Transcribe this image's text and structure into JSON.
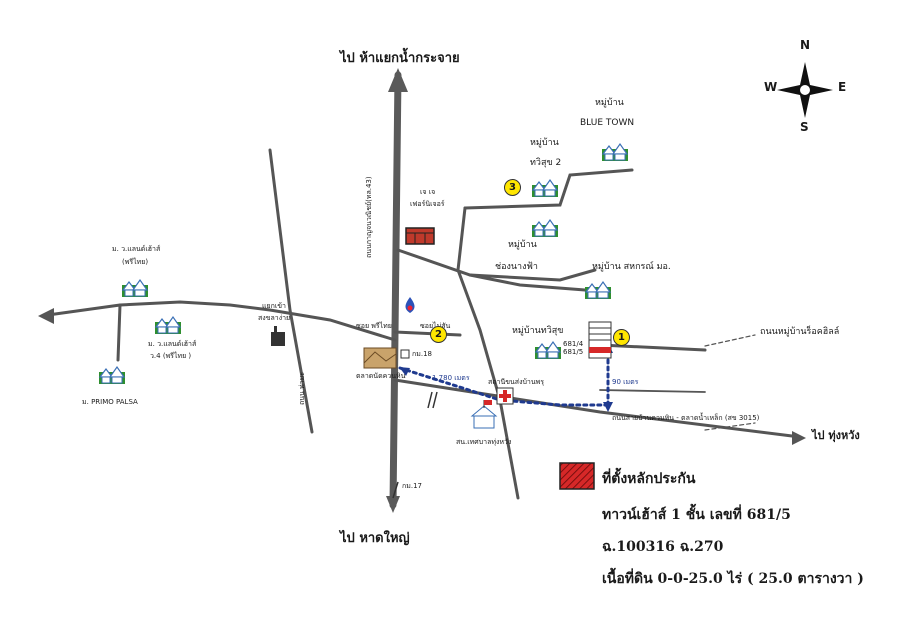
{
  "destinations": {
    "north": "ไป ห้าแยกน้ำกระจาย",
    "south": "ไป หาดใหญ่",
    "east": "ไป ทุ่งหวัง"
  },
  "compass": {
    "n": "N",
    "s": "S",
    "e": "E",
    "w": "W"
  },
  "villages": {
    "blue_town_line1": "หมู่บ้าน",
    "blue_town_line2": "BLUE TOWN",
    "thawisuk2_line1": "หมู่บ้าน",
    "thawisuk2_line2": "ทวิสุข 2",
    "chongnangfa_line1": "หมู่บ้าน",
    "chongnangfa_line2": "ช่องนางฟ้า",
    "sahakorn": "หมู่บ้าน สหกรณ์ มอ.",
    "thawisuk": "หมู่บ้านทวิสุข",
    "land_house_1": "ม. ว.แลนด์เฮ้าส์",
    "land_house_1_sub": "(พรีไทย)",
    "land_house_2": "ม. ว.แลนด์เฮ้าส์",
    "land_house_2_sub": "ว.4 (พรีไทย )",
    "primo_palsa": "ม. PRIMO PALSA"
  },
  "places": {
    "jj_line1": "เจ เจ",
    "jj_line2": "เฟอร์นิเจอร์",
    "market": "ตลาดนัดควนหิน",
    "station": "สถานีขนส่งบ้านพรุ",
    "school": "สน.เทศบาลทุ่งหวัง",
    "junction": "แยกเข้า",
    "junction_sub": "สงขลาง่าย",
    "soi_preethai": "ซอย พรีไทย",
    "soi_maisat": "ซอยไม่สัน",
    "km18": "กม.18",
    "km17": "กม.17",
    "main_road": "ถนนกาญจนวณิชย์(ทล.43)",
    "left_road": "ถนน ท่ามะ",
    "plot_numbers": "681/4\n681/5"
  },
  "roads": {
    "village_road": "ถนนหมู่บ้านร็อคฮิลล์",
    "east_road": "ถนนสายบ้านควนหิน - ตลาดน้ำเหล็ก (สข 3015)",
    "distance_main": "1,780 เมตร",
    "distance_side": "90 เมตร"
  },
  "markers": [
    "1",
    "2",
    "3"
  ],
  "legend": {
    "line1": "ที่ตั้งหลักประกัน",
    "line2": "ทาวน์เฮ้าส์ 1 ชั้น เลขที่ 681/5",
    "line3": "ฉ.100316 ฉ.270",
    "line4": "เนื้อที่ดิน 0-0-25.0 ไร่ ( 25.0 ตารางวา )"
  },
  "colors": {
    "road": "#555555",
    "main_road": "#5a5a5a",
    "route_dots": "#1f3a8f",
    "marker": "#ffe600",
    "legend_fill": "#d62828",
    "grass": "#2f8f2f",
    "house": "#3a6fb5"
  }
}
